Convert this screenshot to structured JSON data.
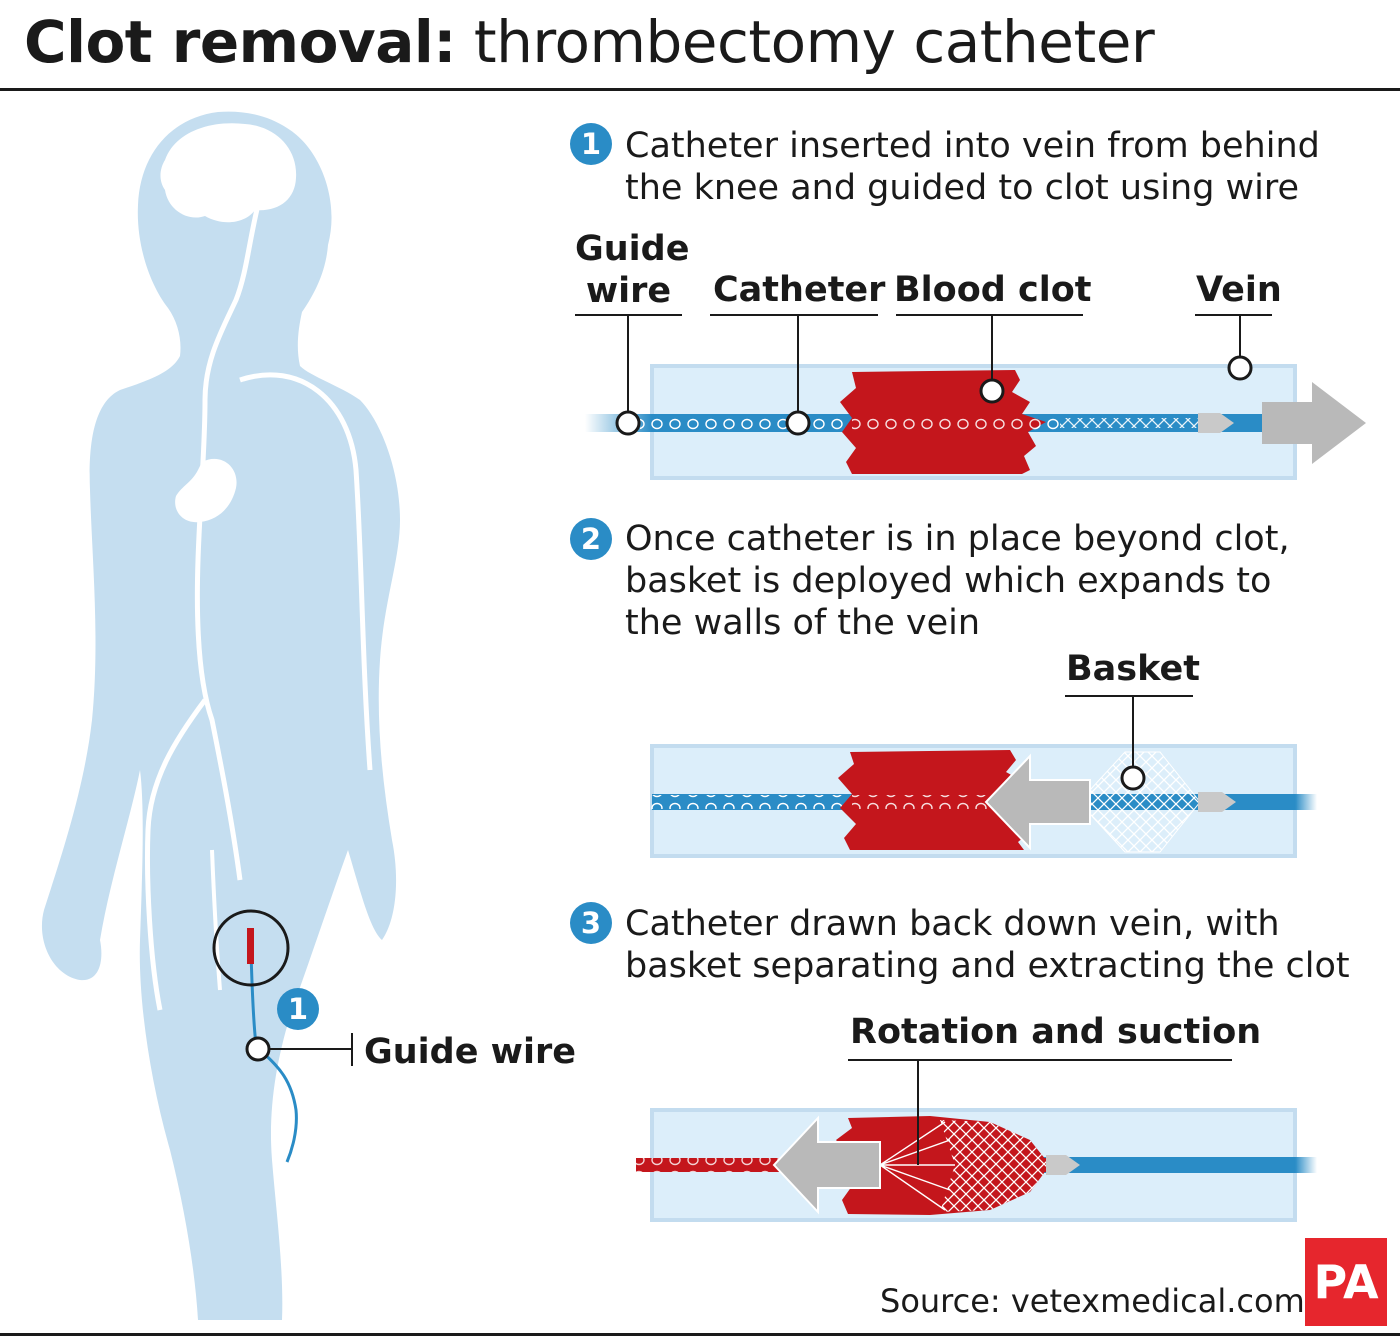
{
  "title": {
    "bold": "Clot removal:",
    "rest": "thrombectomy catheter"
  },
  "steps": [
    {
      "num": "1",
      "lines": [
        "Catheter inserted into vein from behind",
        "the knee and guided to clot using wire"
      ]
    },
    {
      "num": "2",
      "lines": [
        "Once catheter is in place beyond clot,",
        "basket is deployed which expands to",
        "the walls of the vein"
      ]
    },
    {
      "num": "3",
      "lines": [
        "Catheter drawn back down vein, with",
        "basket separating and extracting the clot"
      ]
    }
  ],
  "labels": {
    "guide_wire_top": [
      "Guide",
      "wire"
    ],
    "catheter": "Catheter",
    "blood_clot": "Blood clot",
    "vein": "Vein",
    "basket": "Basket",
    "rotation": "Rotation and suction",
    "guide_wire_body": "Guide wire",
    "body_step": "1"
  },
  "source": "Source: vetexmedical.com",
  "logo": "PA",
  "colors": {
    "body": "#c5def0",
    "vein": "#dceefa",
    "vein_edge": "#c3dcef",
    "catheter": "#2a8cc6",
    "clot": "#c4161c",
    "arrow": "#b9b9b9",
    "badge": "#2a8cc6",
    "logo": "#e6262d"
  }
}
